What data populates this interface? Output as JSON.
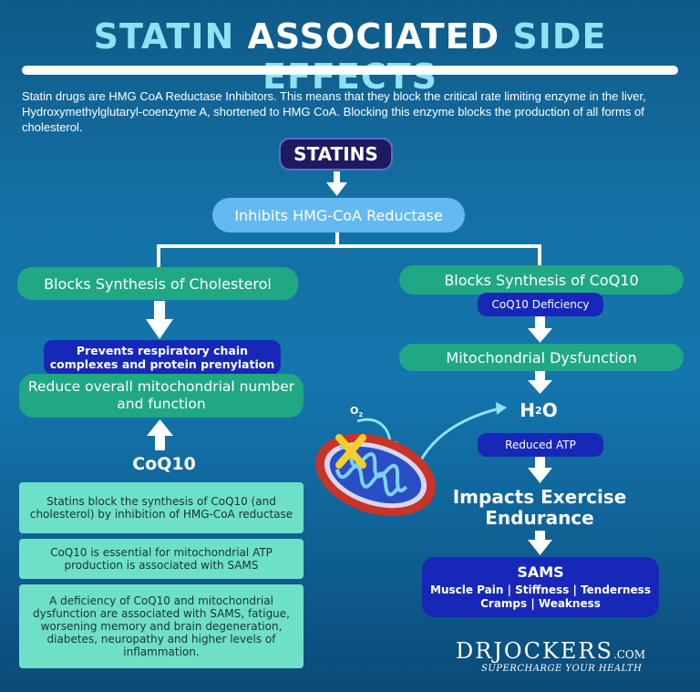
{
  "title": {
    "part1": "STATIN",
    "part2": "ASSOCIATED",
    "part3": "SIDE EFFECTS"
  },
  "intro": "Statin drugs are HMG CoA Reductase Inhibitors. This means that they block the critical rate limiting enzyme in the liver, Hydroxymethylglutaryl-coenzyme A, shortened to HMG CoA. Blocking this enzyme blocks the production of all forms of cholesterol.",
  "flow": {
    "statins": "STATINS",
    "inhibits": "Inhibits HMG-CoA Reductase",
    "left": {
      "blocks_cholesterol": "Blocks Synthesis of Cholesterol",
      "prevents": "Prevents respiratory chain complexes and protein prenylation",
      "reduce": "Reduce overall mitochondrial number and function",
      "coq10": "CoQ10",
      "boxes": [
        "Statins block the synthesis of CoQ10 (and cholesterol) by inhibition of HMG-CoA reductase",
        "CoQ10 is essential for mitochondrial ATP production is associated with SAMS",
        "A deficiency of CoQ10 and mitochondrial dysfunction are associated with SAMS, fatigue, worsening memory and brain degeneration, diabetes, neuropathy and higher levels of inflammation."
      ]
    },
    "right": {
      "blocks_coq10": "Blocks Synthesis of CoQ10",
      "coq10_deficiency": "CoQ10 Deficiency",
      "mito_dysfunction": "Mitochondrial Dysfunction",
      "h2o_main": "H",
      "h2o_sub": "2",
      "h2o_end": "O",
      "reduced_atp": "Reduced ATP",
      "impacts": "Impacts Exercise Endurance",
      "sams_title": "SAMS",
      "sams_line1": "Muscle Pain | Stiffness | Tenderness",
      "sams_line2": "Cramps | Weakness"
    },
    "o2_main": "O",
    "o2_sub": "2"
  },
  "logo": {
    "brand": "DRJOCKERS",
    "com": ".COM",
    "tagline": "SUPERCHARGE YOUR HEALTH"
  },
  "colors": {
    "title_accent": "#8fe2f3",
    "green": "#1fa883",
    "blue_box": "#1728b8",
    "light_blue": "#64b9f0",
    "teal_box": "#6fe0c8",
    "navy": "#1f1a5e"
  }
}
